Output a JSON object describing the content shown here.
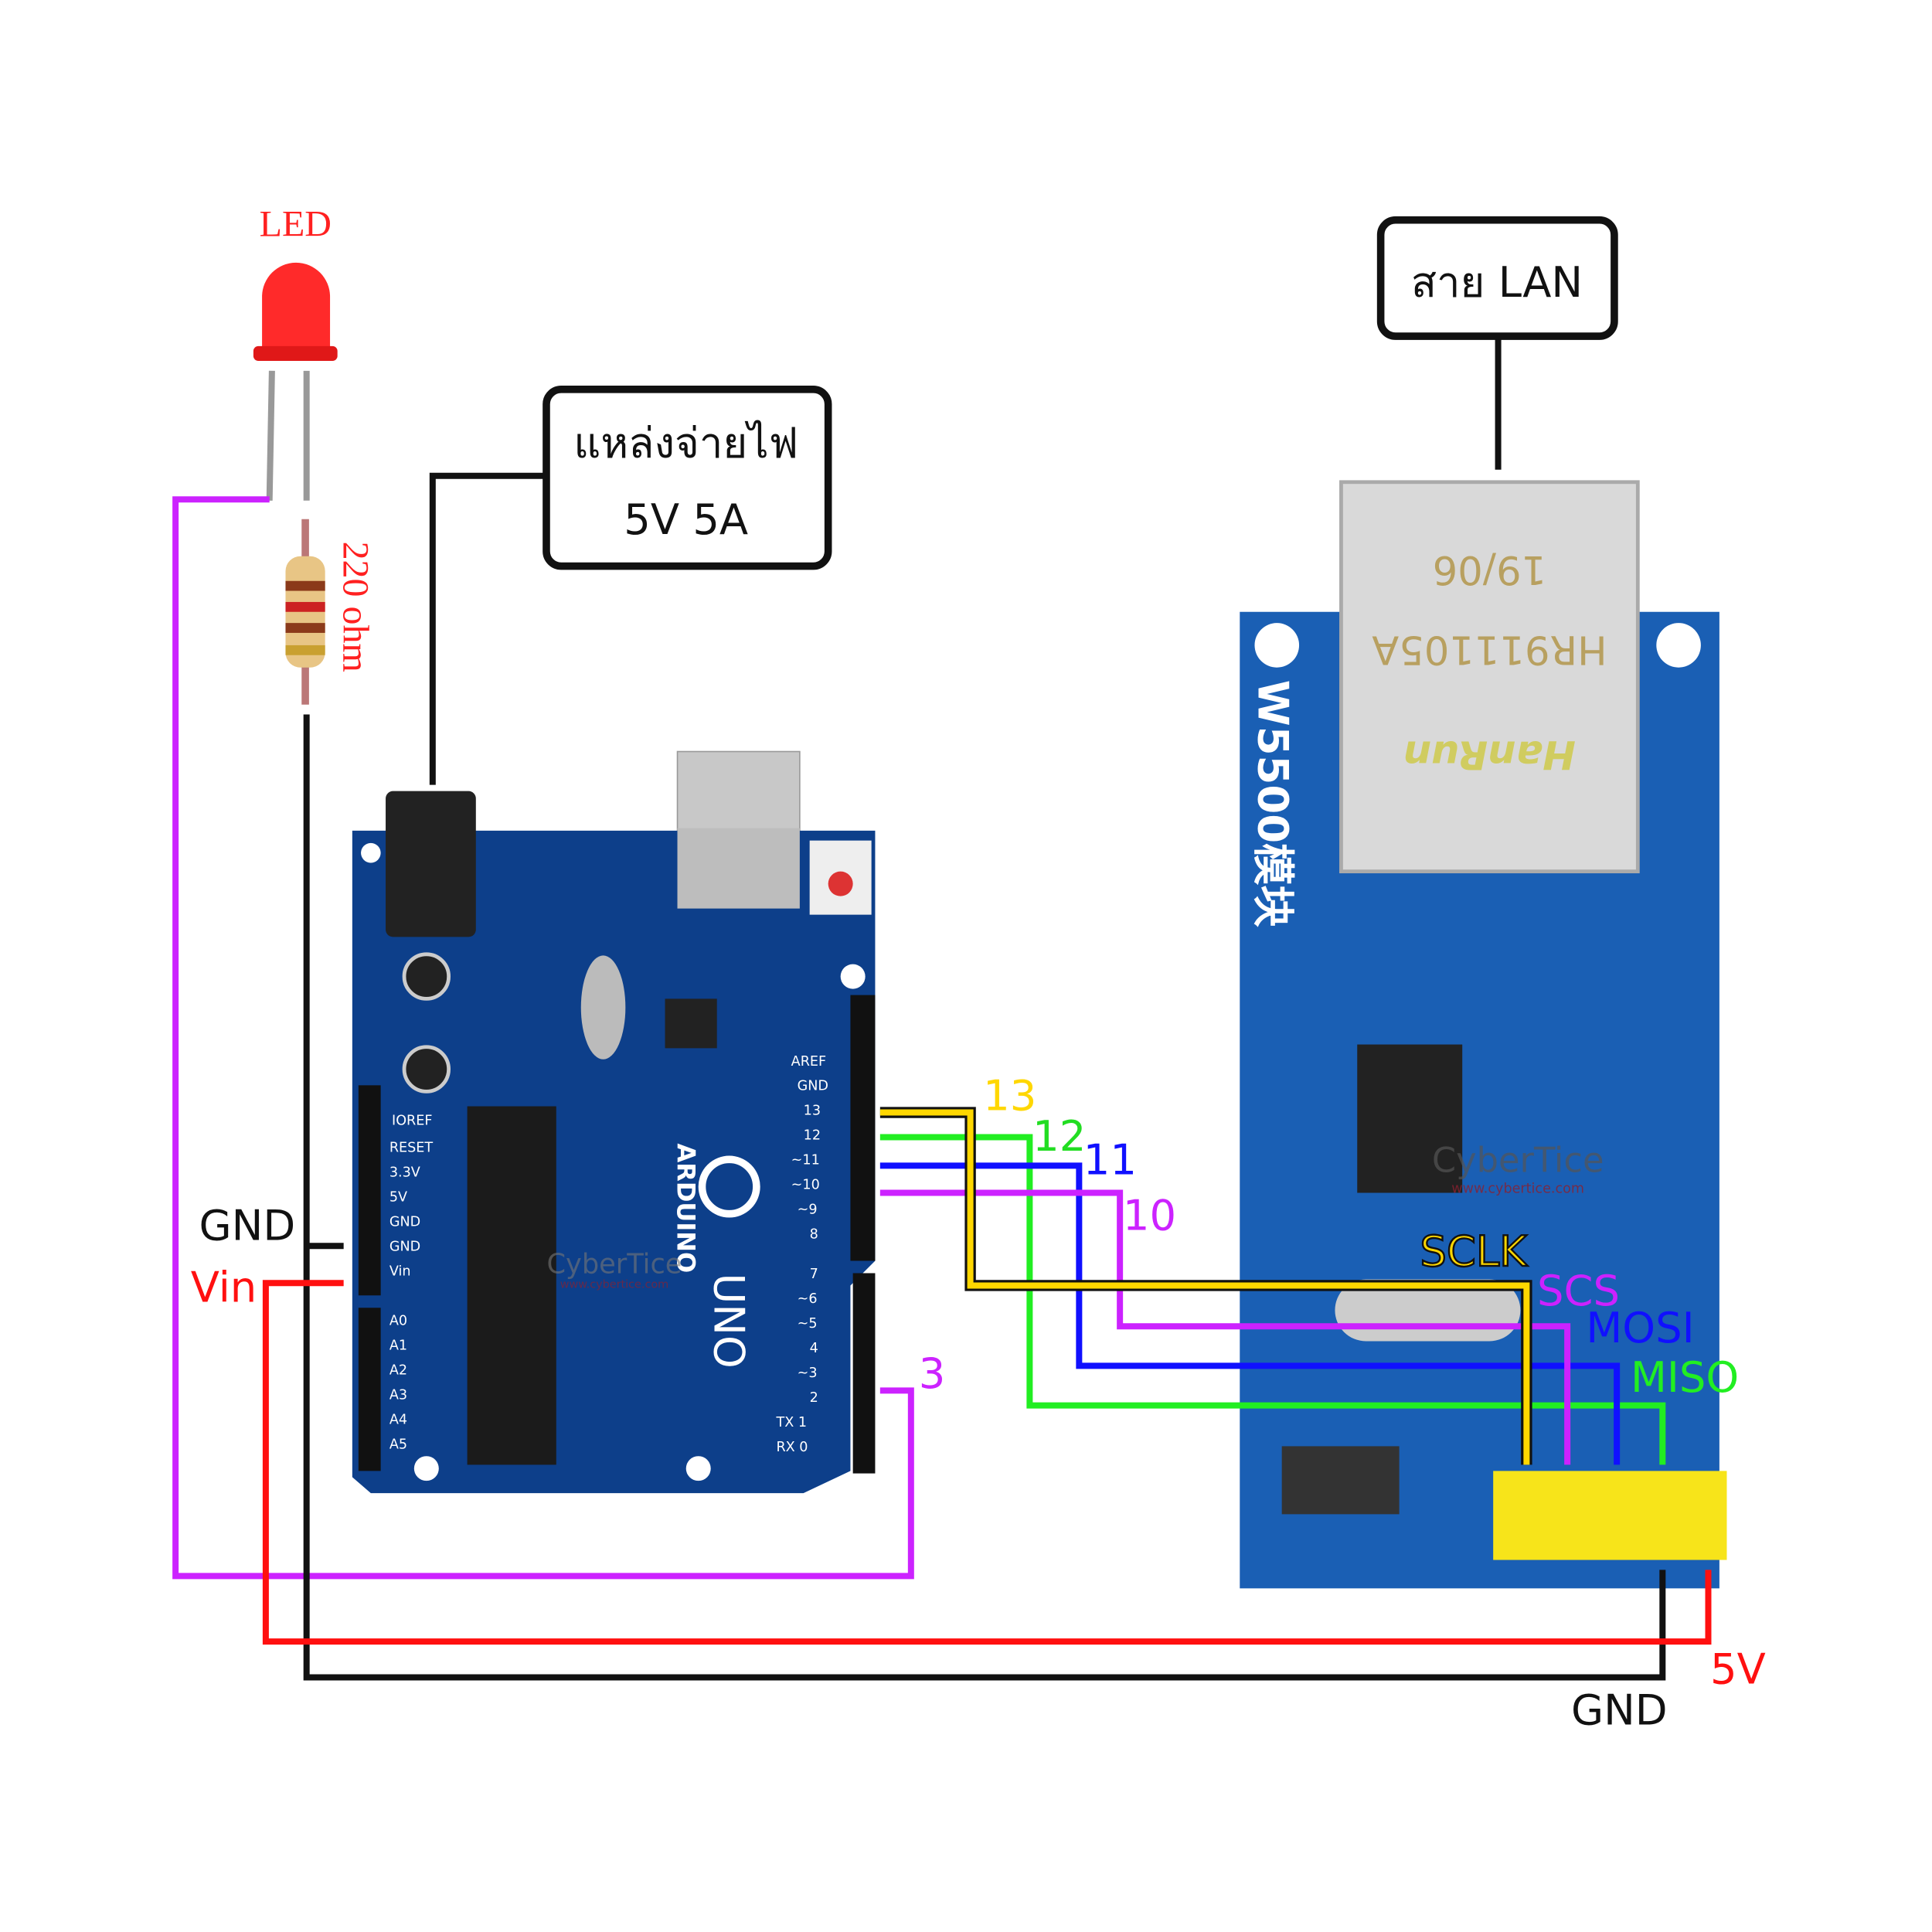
{
  "led": {
    "label": "LED",
    "color": "#ff2020"
  },
  "resistor": {
    "label": "220 ohm"
  },
  "power_box": {
    "line1": "แหล่งจ่ายไฟ",
    "line2": "5V 5A"
  },
  "lan_box": {
    "label": "สาย LAN"
  },
  "arduino": {
    "name": "ARDUINO",
    "model": "UNO",
    "left_labels": {
      "gnd": "GND",
      "vin": "Vin"
    },
    "pin_labels": {
      "p13": "13",
      "p12": "12",
      "p11": "11",
      "p10": "10",
      "p3": "3"
    },
    "header_labels": [
      "AREF",
      "GND",
      "13",
      "12",
      "~11",
      "~10",
      "~9",
      "8",
      "7",
      "~6",
      "~5",
      "4",
      "~3",
      "2",
      "TX 1",
      "RX 0"
    ],
    "power_labels": [
      "IOREF",
      "RESET",
      "3.3V",
      "5V",
      "GND",
      "GND",
      "Vin"
    ],
    "analog_labels": [
      "A0",
      "A1",
      "A2",
      "A3",
      "A4",
      "A5"
    ],
    "board_color": "#0d3f8a"
  },
  "w5500": {
    "silk": "W5500模块",
    "jack_text": [
      "19/06",
      "HR911105A",
      "HanRun"
    ],
    "spi_labels": {
      "sclk": "SCLK",
      "scs": "SCS",
      "mosi": "MOSI",
      "miso": "MISO"
    },
    "power_labels": {
      "v5": "5V",
      "gnd": "GND"
    },
    "board_color": "#1a5fb4"
  },
  "watermark": {
    "brand": "CyberTice",
    "url": "www.cybertice.com"
  },
  "wire_colors": {
    "sclk": "#ffd700",
    "miso": "#22ee22",
    "mosi": "#1010ff",
    "scs": "#cc22ff",
    "vcc": "#ff1010",
    "gnd": "#111111",
    "led": "#cc22ff"
  }
}
